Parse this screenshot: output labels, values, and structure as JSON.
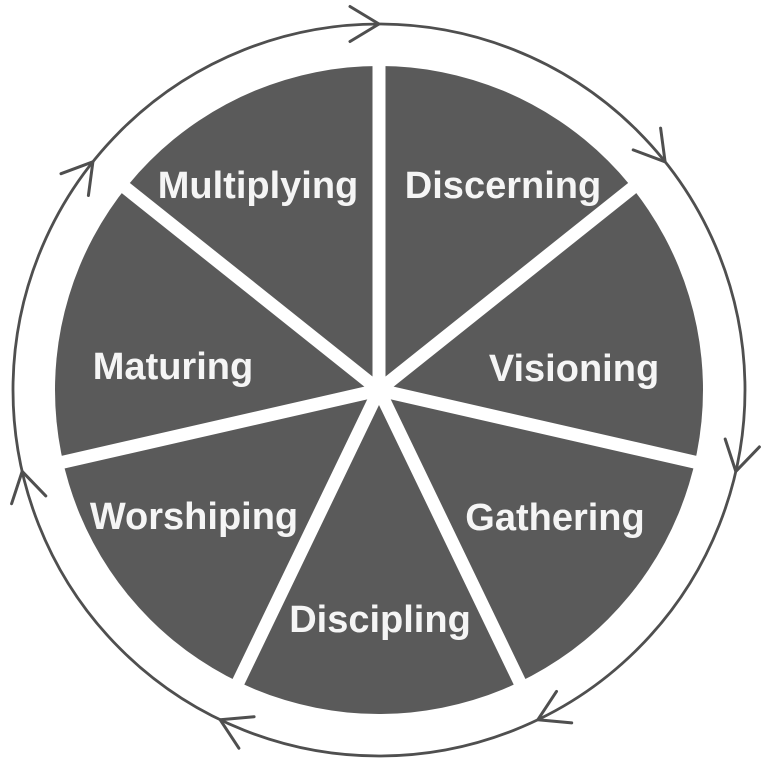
{
  "wheel": {
    "segment_count": 7,
    "cycle_direction": "clockwise",
    "segments": [
      {
        "label": "Discerning"
      },
      {
        "label": "Visioning"
      },
      {
        "label": "Gathering"
      },
      {
        "label": "Discipling"
      },
      {
        "label": "Worshiping"
      },
      {
        "label": "Maturing"
      },
      {
        "label": "Multiplying"
      }
    ],
    "colors": {
      "wedge": "#5A5A5A",
      "divider": "#FFFFFF",
      "label_text": "#F5F5F5",
      "outline": "#4F4F4F",
      "background": "#FFFFFF"
    }
  }
}
